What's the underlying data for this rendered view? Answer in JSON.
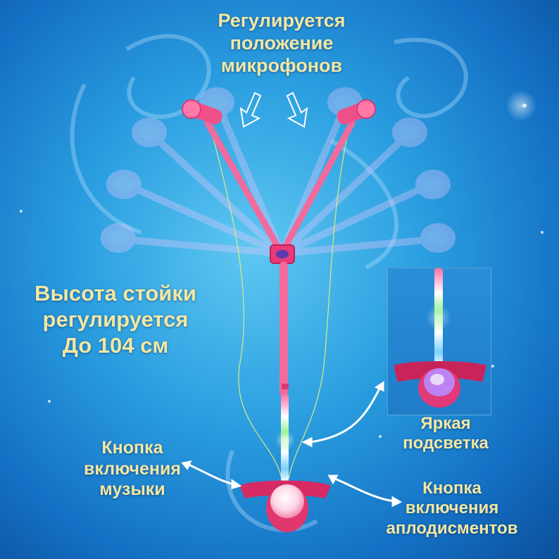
{
  "captions": {
    "mics": [
      "Регулируется",
      "положение",
      "микрофонов"
    ],
    "height": [
      "Высота стойки",
      "регулируется",
      "До 104 см"
    ],
    "light": [
      "Яркая",
      "подсветка"
    ],
    "music": [
      "Кнопка",
      "включения",
      "музыки"
    ],
    "applause": [
      "Кнопка",
      "включения",
      "аплодисментов"
    ]
  },
  "colors": {
    "background": "#2a9ee0",
    "caption_text": "#f3e7a2",
    "stand_pink": "#f0508a",
    "base_magenta": "#d62a64"
  }
}
